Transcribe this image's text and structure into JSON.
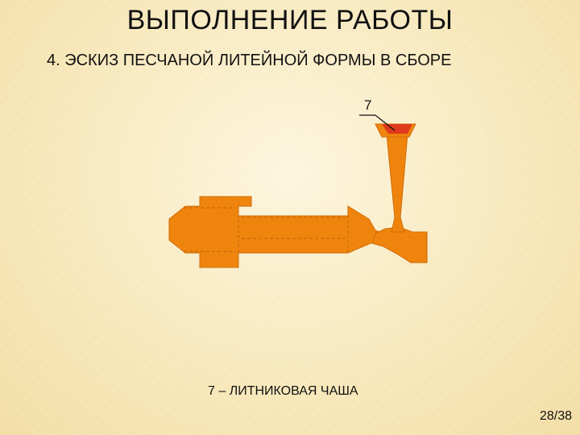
{
  "slide": {
    "title": "ВЫПОЛНЕНИЕ РАБОТЫ",
    "subtitle": "4. ЭСКИЗ ПЕСЧАНОЙ ЛИТЕЙНОЙ ФОРМЫ В СБОРЕ",
    "callout_label": "7",
    "caption": "7 – ЛИТНИКОВАЯ ЧАША",
    "page_number": "28/38"
  },
  "colors": {
    "mold_orange": "#f0850e",
    "mold_edge": "#c45f00",
    "pouring_basin_red": "#e03a1c"
  }
}
